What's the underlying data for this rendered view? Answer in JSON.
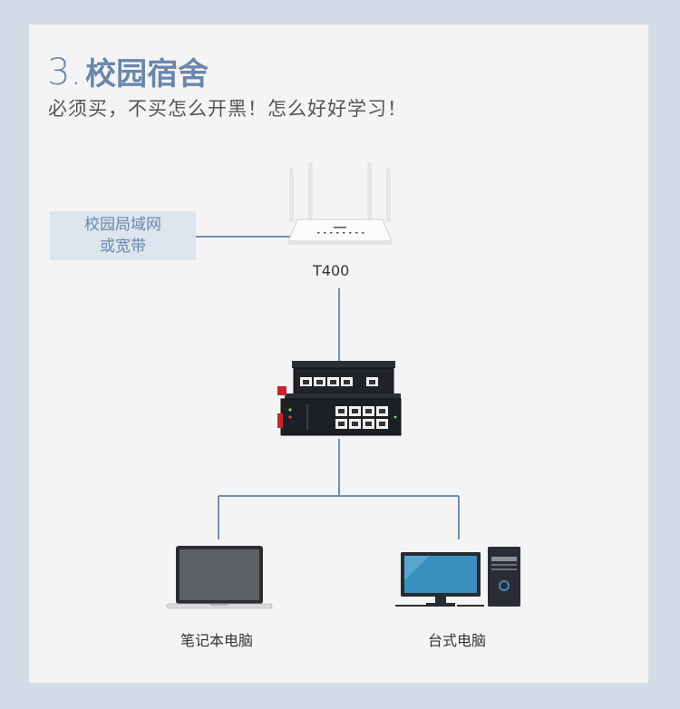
{
  "header": {
    "number": "3.",
    "title": "校园宿舍",
    "subtitle": "必须买，不买怎么开黑！怎么好好学习！"
  },
  "campus_box": {
    "line1": "校园局域网",
    "line2": "或宽带"
  },
  "router": {
    "label": "T400"
  },
  "devices": {
    "laptop_label": "笔记本电脑",
    "desktop_label": "台式电脑"
  },
  "colors": {
    "background": "#d3dde8",
    "card": "#f4f4f4",
    "accent": "#6a87ac",
    "line": "#6f8fb3"
  }
}
